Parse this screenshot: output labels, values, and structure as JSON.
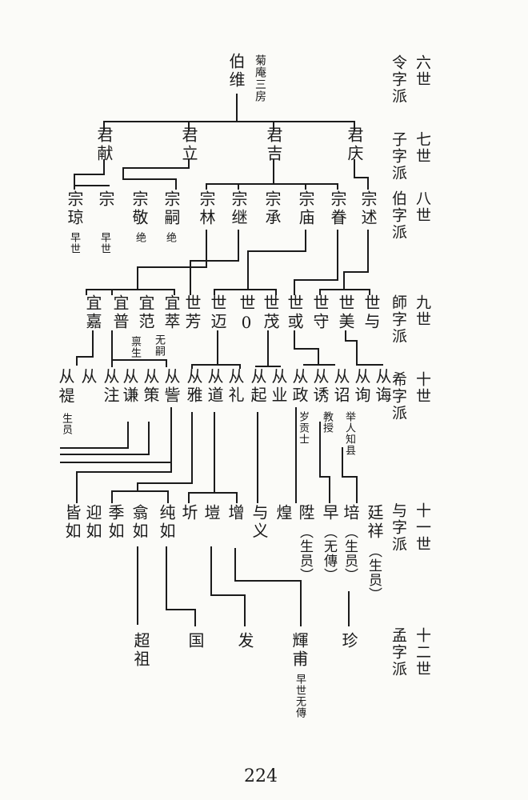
{
  "page_number": "224",
  "generations": {
    "g6": {
      "gen": "六世",
      "pai": "令字派"
    },
    "g7": {
      "gen": "七世",
      "pai": "子字派"
    },
    "g8": {
      "gen": "八世",
      "pai": "伯字派"
    },
    "g9": {
      "gen": "九世",
      "pai": "師字派"
    },
    "g10": {
      "gen": "十世",
      "pai": "希字派"
    },
    "g11": {
      "gen": "十一世",
      "pai": "与字派"
    },
    "g12": {
      "gen": "十二世",
      "pai": "孟字派"
    }
  },
  "root": {
    "name": "伯维",
    "note": "菊庵三房"
  },
  "gen7": [
    "君献",
    "君立",
    "君吉",
    "君庆"
  ],
  "gen8": [
    "宗琼",
    "宗",
    "宗敬",
    "宗嗣",
    "宗林",
    "宗继",
    "宗承",
    "宗庙",
    "宗眷",
    "宗述"
  ],
  "gen8_notes": [
    "早世",
    "早世",
    "绝",
    "绝"
  ],
  "gen9": [
    "宜嘉",
    "宜普",
    "宜范",
    "宜萃",
    "世芳",
    "世迈",
    "世0",
    "世茂",
    "世或",
    "世守",
    "世美",
    "世与"
  ],
  "gen9_notes": [
    "禀生",
    "无嗣"
  ],
  "gen10": [
    "从",
    "从",
    "从注",
    "从谦",
    "从策",
    "从訾",
    "从雅",
    "从道",
    "从礼",
    "从起",
    "从业",
    "从政",
    "从诱",
    "从诏",
    "从询",
    "从诲"
  ],
  "gen10_notes": [
    "生员",
    "岁贡士",
    "教授",
    "举人知县"
  ],
  "gen10_first_extra": "禔",
  "gen11": [
    "皆如",
    "迎如",
    "季如",
    "翕如",
    "纯如",
    "圻",
    "塏",
    "增",
    "与义",
    "煌",
    "陞",
    "早",
    "培",
    "廷祥"
  ],
  "gen11_notes": [
    "（生员）",
    "（无傳）",
    "（生员）",
    "（生员）"
  ],
  "gen12": [
    "超祖",
    "国",
    "发",
    "輝甫",
    "珍"
  ],
  "gen12_notes": [
    "早世无傳"
  ]
}
